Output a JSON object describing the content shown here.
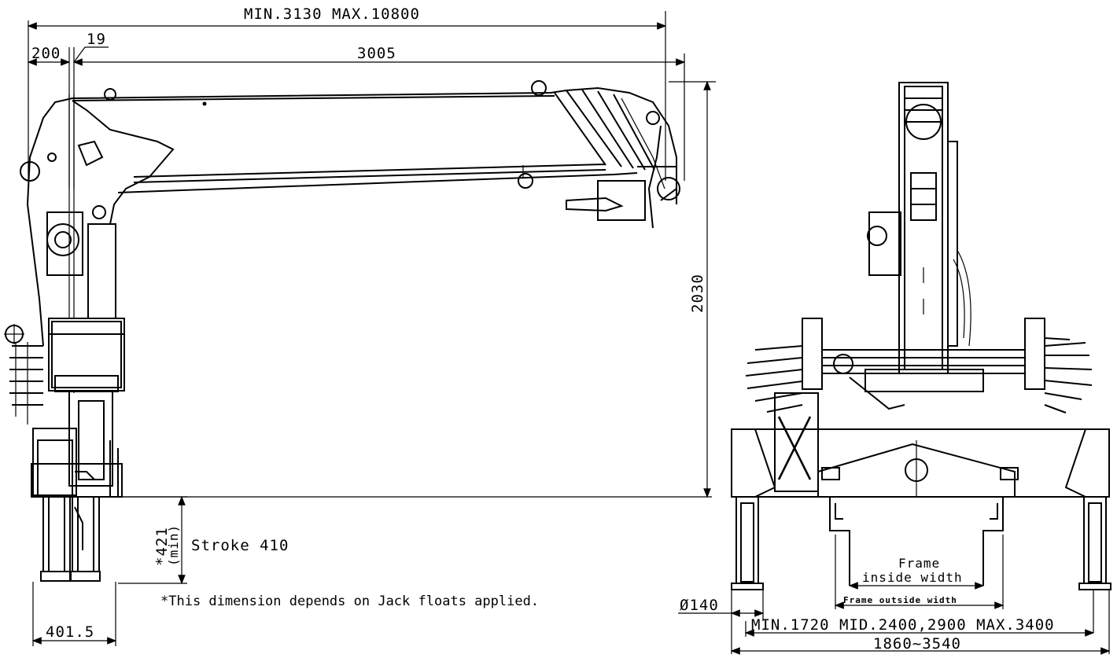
{
  "dimensions": {
    "reach": "MIN.3130 MAX.10800",
    "offset_200": "200",
    "offset_19": "19",
    "boom_3005": "3005",
    "height_2030": "2030",
    "jack_421": "*421",
    "jack_min": "(min)",
    "stroke": "Stroke 410",
    "base_width": "401.5",
    "float_dia": "Ø140",
    "outrigger_span": "MIN.1720 MID.2400,2900 MAX.3400",
    "total_span": "1860~3540"
  },
  "labels": {
    "frame_inside_1": "Frame",
    "frame_inside_2": "inside width",
    "frame_outside": "Frame outside width",
    "note": "*This dimension depends on Jack floats applied."
  }
}
